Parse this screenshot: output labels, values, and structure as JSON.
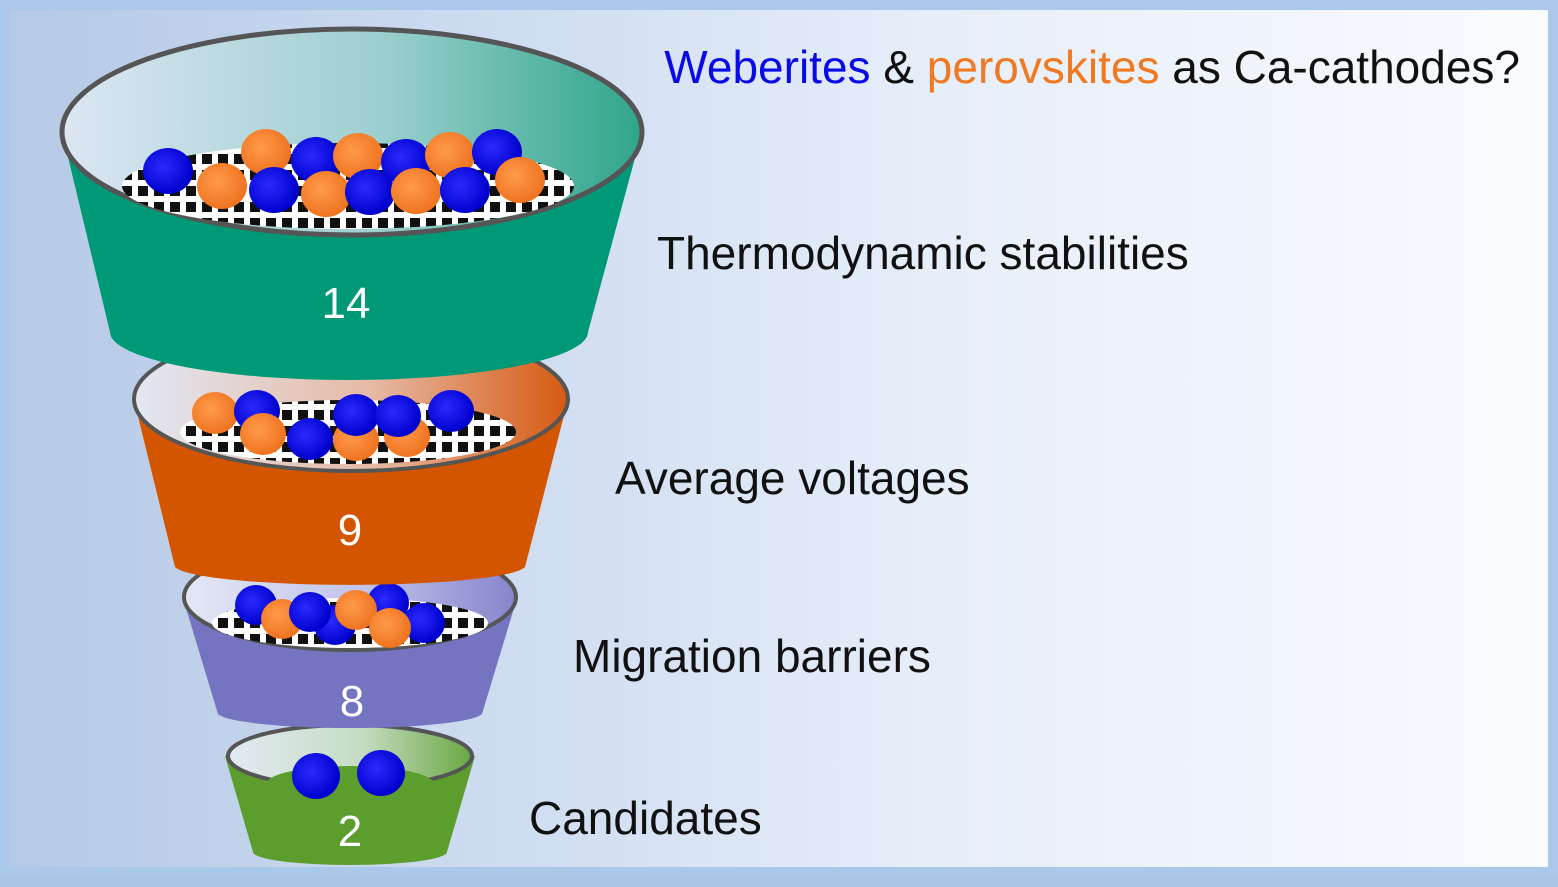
{
  "title": {
    "weberites": "Weberites",
    "ampersand": " & ",
    "perovskites": "perovskites",
    "rest": " as Ca-cathodes?"
  },
  "stages": [
    {
      "label": "Thermodynamic stabilities",
      "count": "14",
      "color": "#009977"
    },
    {
      "label": "Average voltages",
      "count": "9",
      "color": "#d45500"
    },
    {
      "label": "Migration barriers",
      "count": "8",
      "color": "#7474c0"
    },
    {
      "label": "Candidates",
      "count": "2",
      "color": "#5c9e2e"
    }
  ],
  "colors": {
    "weberite": "#0a0ae6",
    "perovskite": "#f07a22"
  }
}
